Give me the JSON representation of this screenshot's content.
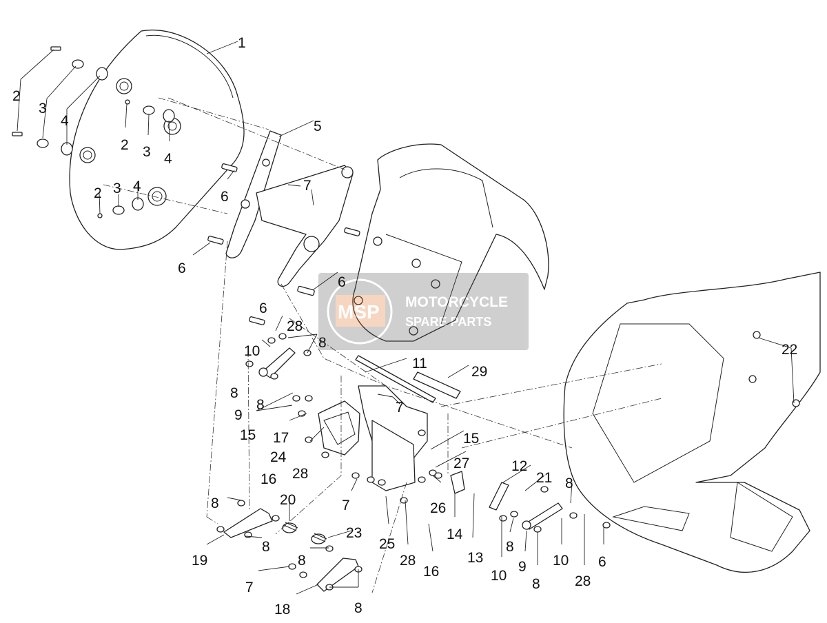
{
  "diagram": {
    "watermark": {
      "brand": "MOTORCYCLE",
      "sub": "SPARE PARTS",
      "logo": "MSP"
    },
    "callouts": [
      {
        "id": "c1",
        "text": "1"
      },
      {
        "id": "c2a",
        "text": "2"
      },
      {
        "id": "c3a",
        "text": "3"
      },
      {
        "id": "c4a",
        "text": "4"
      },
      {
        "id": "c2b",
        "text": "2"
      },
      {
        "id": "c3b",
        "text": "3"
      },
      {
        "id": "c4b",
        "text": "4"
      },
      {
        "id": "c2c",
        "text": "2"
      },
      {
        "id": "c3c",
        "text": "3"
      },
      {
        "id": "c4c",
        "text": "4"
      },
      {
        "id": "c5",
        "text": "5"
      },
      {
        "id": "c6a",
        "text": "6"
      },
      {
        "id": "c6b",
        "text": "6"
      },
      {
        "id": "c6c",
        "text": "6"
      },
      {
        "id": "c6d",
        "text": "6"
      },
      {
        "id": "c7a",
        "text": "7"
      },
      {
        "id": "c28a",
        "text": "28"
      },
      {
        "id": "c10a",
        "text": "10"
      },
      {
        "id": "c8a",
        "text": "8"
      },
      {
        "id": "c8b",
        "text": "8"
      },
      {
        "id": "c9a",
        "text": "9"
      },
      {
        "id": "c8c",
        "text": "8"
      },
      {
        "id": "c11",
        "text": "11"
      },
      {
        "id": "c29",
        "text": "29"
      },
      {
        "id": "c7b",
        "text": "7"
      },
      {
        "id": "c15a",
        "text": "15"
      },
      {
        "id": "c17",
        "text": "17"
      },
      {
        "id": "c24",
        "text": "24"
      },
      {
        "id": "c16a",
        "text": "16"
      },
      {
        "id": "c28b",
        "text": "28"
      },
      {
        "id": "c15b",
        "text": "15"
      },
      {
        "id": "c27",
        "text": "27"
      },
      {
        "id": "c26",
        "text": "26"
      },
      {
        "id": "c7c",
        "text": "7"
      },
      {
        "id": "c12",
        "text": "12"
      },
      {
        "id": "c21",
        "text": "21"
      },
      {
        "id": "c8d",
        "text": "8"
      },
      {
        "id": "c22",
        "text": "22"
      },
      {
        "id": "c8e",
        "text": "8"
      },
      {
        "id": "c20",
        "text": "20"
      },
      {
        "id": "c19",
        "text": "19"
      },
      {
        "id": "c8f",
        "text": "8"
      },
      {
        "id": "c23",
        "text": "23"
      },
      {
        "id": "c8g",
        "text": "8"
      },
      {
        "id": "c7d",
        "text": "7"
      },
      {
        "id": "c18",
        "text": "18"
      },
      {
        "id": "c8h",
        "text": "8"
      },
      {
        "id": "c25",
        "text": "25"
      },
      {
        "id": "c28c",
        "text": "28"
      },
      {
        "id": "c16b",
        "text": "16"
      },
      {
        "id": "c14",
        "text": "14"
      },
      {
        "id": "c13",
        "text": "13"
      },
      {
        "id": "c10b",
        "text": "10"
      },
      {
        "id": "c8i",
        "text": "8"
      },
      {
        "id": "c9b",
        "text": "9"
      },
      {
        "id": "c10c",
        "text": "10"
      },
      {
        "id": "c8j",
        "text": "8"
      },
      {
        "id": "c28d",
        "text": "28"
      },
      {
        "id": "c6e",
        "text": "6"
      }
    ]
  }
}
